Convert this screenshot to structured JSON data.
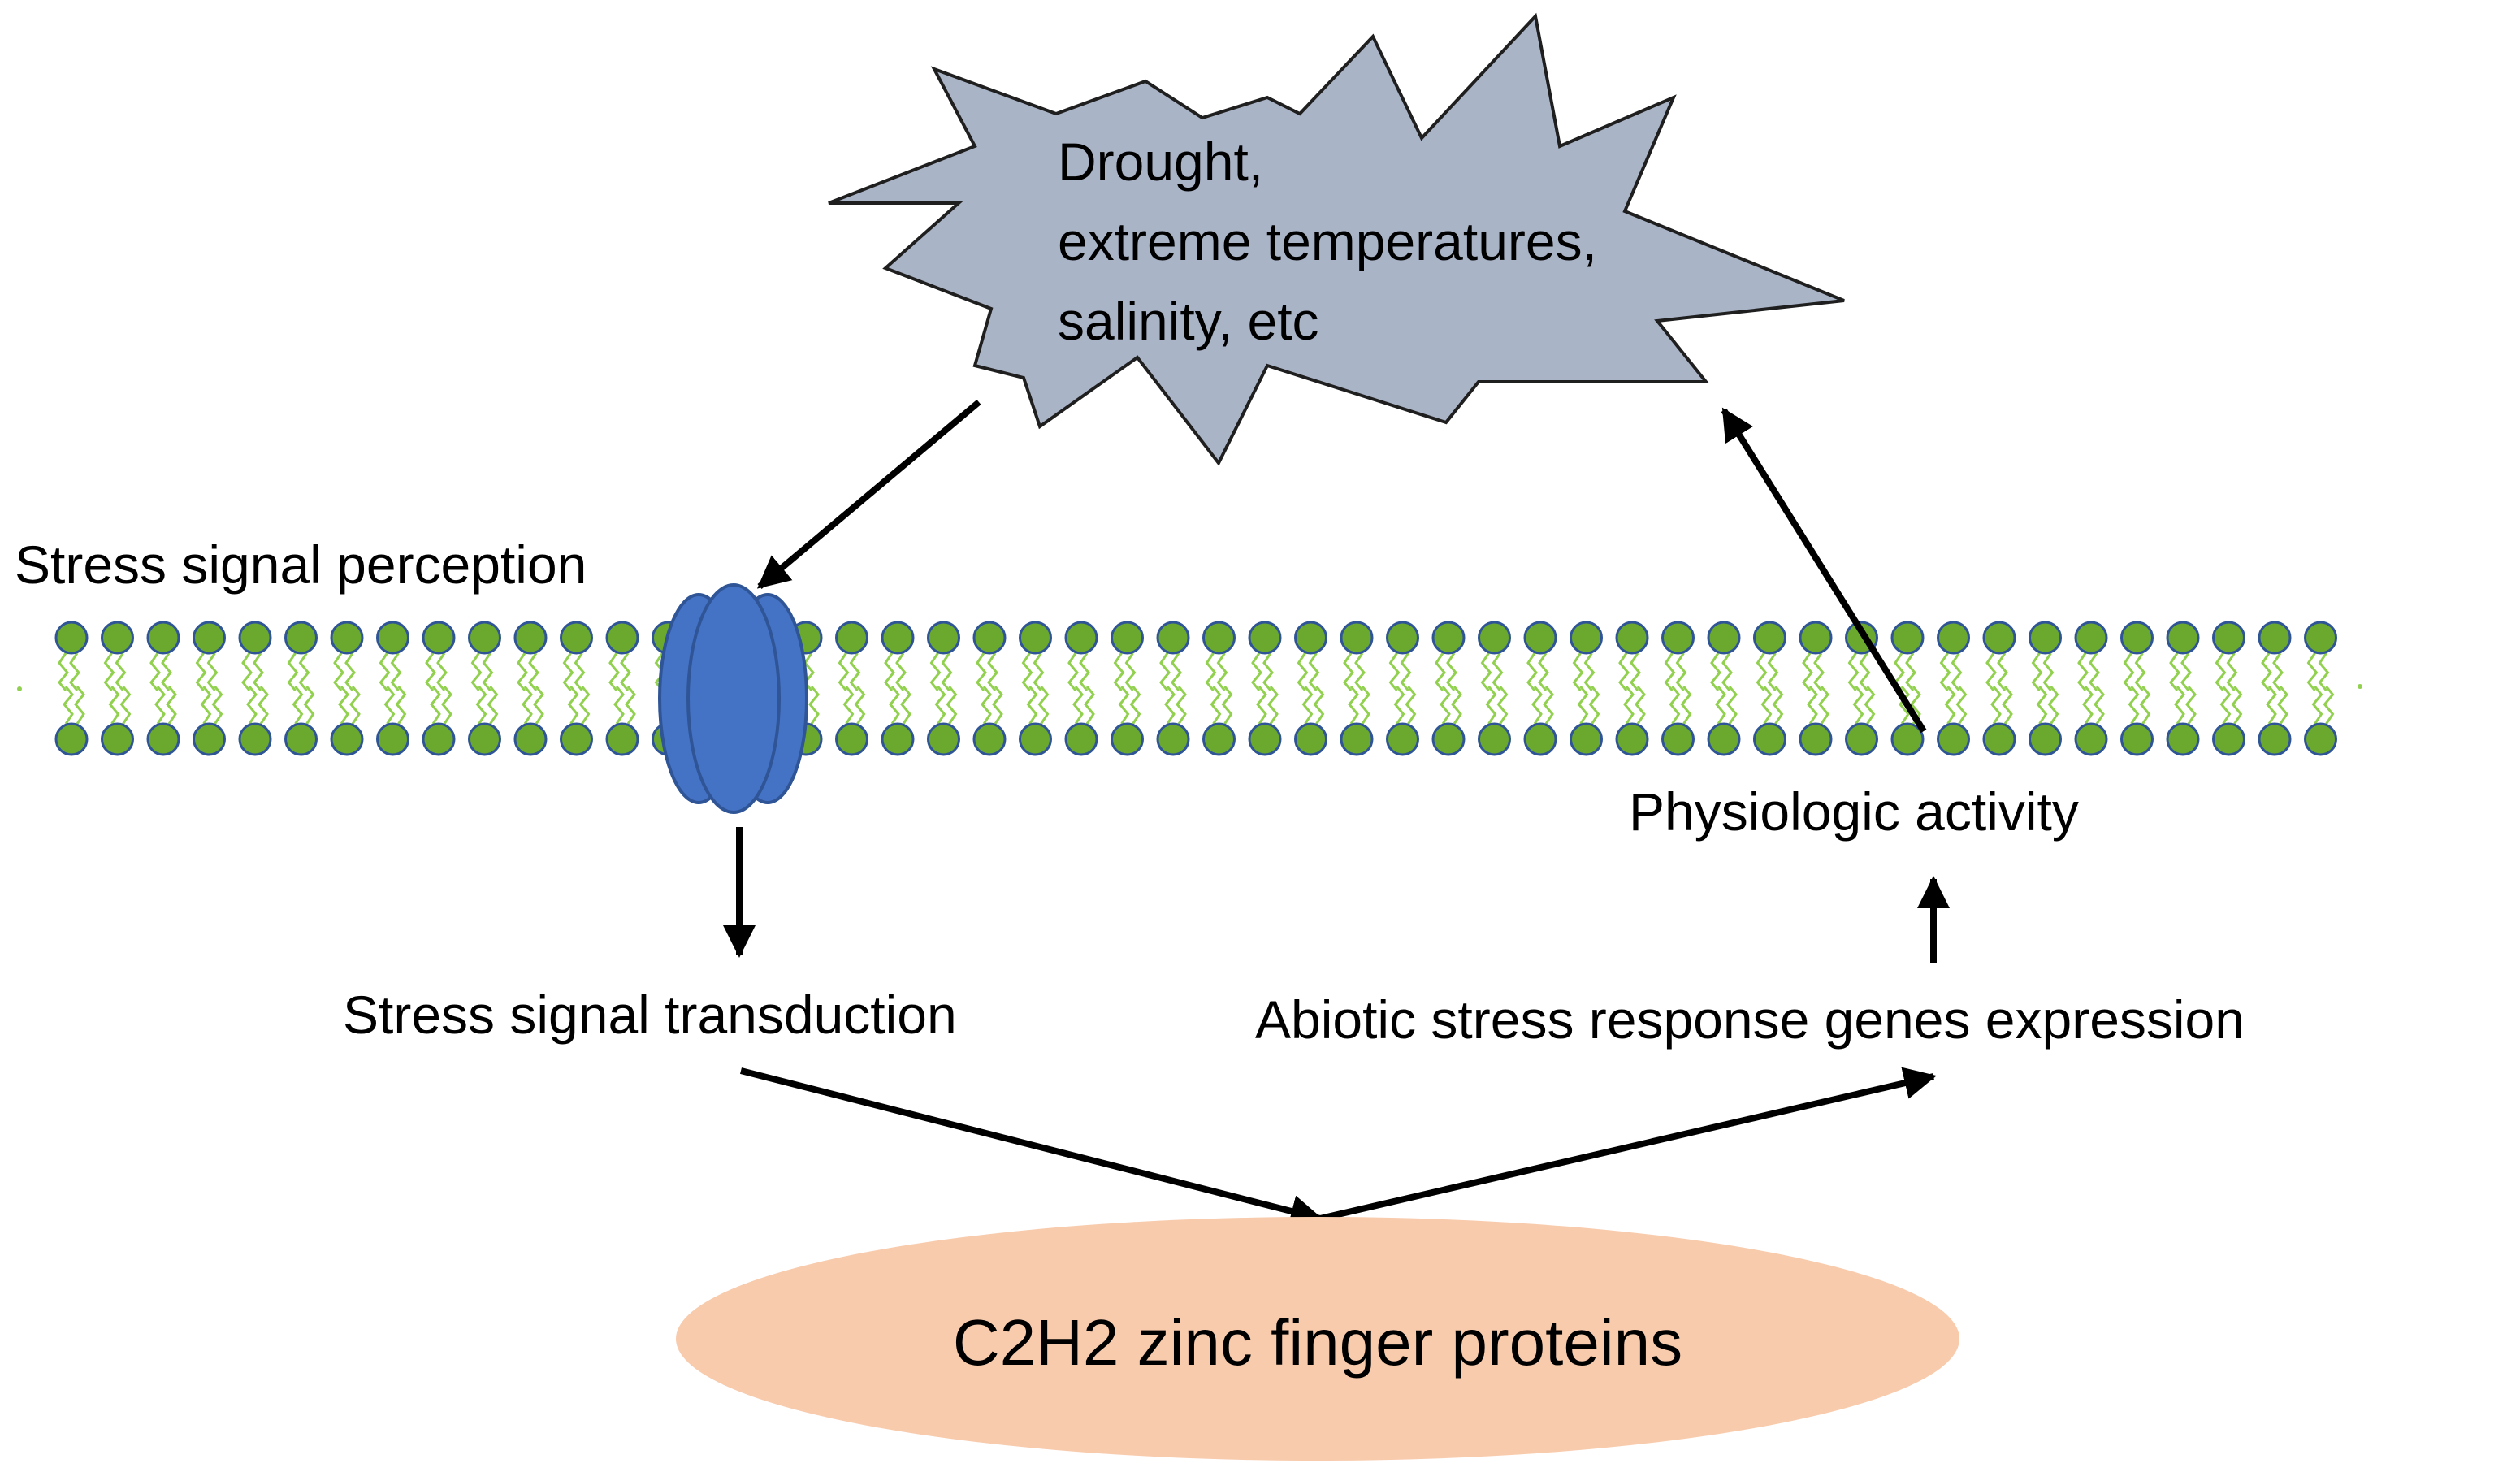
{
  "stimulus": {
    "lines": [
      "Drought,",
      "extreme temperatures,",
      "salinity, etc"
    ]
  },
  "labels": {
    "perception": "Stress signal perception",
    "transduction": "Stress signal transduction",
    "expression": "Abiotic stress response genes expression",
    "physiologic": "Physiologic activity"
  },
  "core": {
    "label": "C2H2 zinc finger proteins"
  },
  "colors": {
    "burst_fill": "#aab4c7",
    "burst_stroke": "#1f1f1f",
    "lipid_head": "#6aa82e",
    "lipid_head_border": "#2f5597",
    "lipid_tail": "#92d050",
    "channel_fill": "#4472c4",
    "channel_stroke": "#2f5597",
    "ellipse_fill": "#f8cbad",
    "arrow": "#000000"
  }
}
